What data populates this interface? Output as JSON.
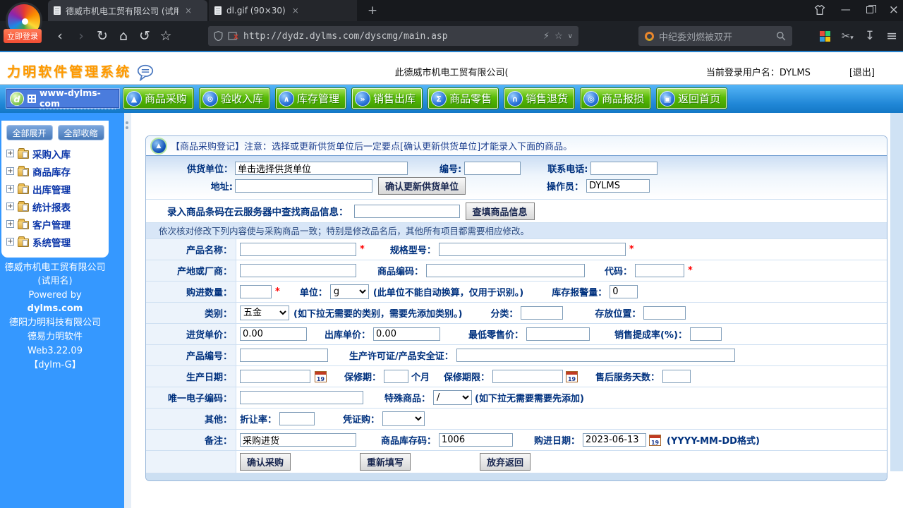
{
  "icons": {
    "new_tab": "+",
    "close": "×",
    "minimize": "—",
    "back": "‹",
    "forward": "›",
    "reload": "↻",
    "home": "⌂",
    "undo": "↺",
    "star": "☆",
    "lightning": "⚡",
    "chevron_down": "∨",
    "scissors": "✂",
    "caret_down": "▾",
    "download": "↧",
    "menu": "≡",
    "toggle_plus": "+"
  },
  "browser": {
    "login_badge": "立即登录",
    "tabs": [
      {
        "title": "德威市机电工贸有限公司 (试用"
      },
      {
        "title": "dl.gif (90×30)"
      }
    ],
    "url": "http://dydz.dylms.com/dyscmg/main.asp",
    "search_text": "中纪委刘燃被双开"
  },
  "header": {
    "brand": "力明软件管理系统",
    "company_text": "此德威市机电工贸有限公司(",
    "user_text": "当前登录用户名：DYLMS",
    "logout_text": "[退出]"
  },
  "navbar": {
    "site_badge": "www-dylms-com",
    "logo_letter": "d",
    "buttons": [
      {
        "label": "商品采购",
        "glyph": "▲"
      },
      {
        "label": "验收入库",
        "glyph": "⊙"
      },
      {
        "label": "库存管理",
        "glyph": "∧"
      },
      {
        "label": "销售出库",
        "glyph": "»"
      },
      {
        "label": "商品零售",
        "glyph": "Σ"
      },
      {
        "label": "销售退货",
        "glyph": "∩"
      },
      {
        "label": "商品报损",
        "glyph": "◎"
      },
      {
        "label": "返回首页",
        "glyph": "▣"
      }
    ]
  },
  "sidebar": {
    "expand_all": "全部展开",
    "collapse_all": "全部收缩",
    "tree": [
      "采购入库",
      "商品库存",
      "出库管理",
      "统计报表",
      "客户管理",
      "系统管理"
    ],
    "footer": {
      "company": "德威市机电工贸有限公司(试用名)",
      "powered_prefix": "Powered by ",
      "powered_brand": "dylms.com",
      "line3": "德阳力明科技有限公司",
      "line4": "德易力明软件",
      "line5": "Web3.22.09",
      "line6": "【dylm-G】"
    }
  },
  "form": {
    "title_notice": "【商品采购登记】注意：选择或更新供货单位后一定要点[确认更新供货单位]才能录入下面的商品。",
    "required": "*",
    "calendar_day": "19",
    "globe_glyph": "▲",
    "supplier": {
      "unit_label": "供货单位：",
      "unit_value": "单击选择供货单位",
      "no_label": "编号:",
      "phone_label": "联系电话:",
      "addr_label": "地址:",
      "confirm_btn": "确认更新供货单位",
      "operator_label": "操作员：",
      "operator_value": "DYLMS"
    },
    "barcode": {
      "label": "录入商品条码在云服务器中查找商品信息：",
      "btn": "查填商品信息"
    },
    "hint": "依次核对修改下列内容使与采购商品一致；特别是修改品名后，其他所有项目都需要相应修改。",
    "rows": {
      "r1_label": "产品名称：",
      "r1_spec_label": "规格型号：",
      "r2_label": "产地或厂商：",
      "r2_code_label": "商品编码：",
      "r2_short_label": "代码：",
      "r3_label": "购进数量：",
      "r3_unit_label": "单位：",
      "r3_unit_value": "g",
      "r3_note": "(此单位不能自动换算，仅用于识别。)",
      "r3_alarm_label": "库存报警量：",
      "r3_alarm_value": "0",
      "r4_label": "类别：",
      "r4_value": "五金",
      "r4_note": "(如下拉无需要的类别，需要先添加类别。)",
      "r4_class_label": "分类：",
      "r4_loc_label": "存放位置：",
      "r5_label": "进货单价：",
      "r5_v1": "0.00",
      "r5_out_label": "出库单价：",
      "r5_v2": "0.00",
      "r5_min_label": "最低零售价：",
      "r5_comm_label": "销售提成率(%)：",
      "r6_label": "产品编号：",
      "r6_lic_label": "生产许可证/产品安全证：",
      "r7_label": "生产日期：",
      "r7_warranty_label": "保修期：",
      "r7_month": "个月",
      "r7_limit_label": "保修期限：",
      "r7_service_label": "售后服务天数：",
      "r8_label": "唯一电子编码：",
      "r8_special_label": "特殊商品：",
      "r8_special_value": "/",
      "r8_note": "(如下拉无需要需要先添加)",
      "r9_label": "其他：",
      "r9_discount_label": "折让率：",
      "r9_voucher_label": "凭证购：",
      "r10_label": "备注：",
      "r10_remark": "采购进货",
      "r10_stock_label": "商品库存码：",
      "r10_stock": "1006",
      "r10_date_label": "购进日期：",
      "r10_date": "2023-06-13",
      "r10_format": "(YYYY-MM-DD格式)"
    },
    "actions": {
      "confirm": "确认采购",
      "reset": "重新填写",
      "cancel": "放弃返回"
    }
  }
}
